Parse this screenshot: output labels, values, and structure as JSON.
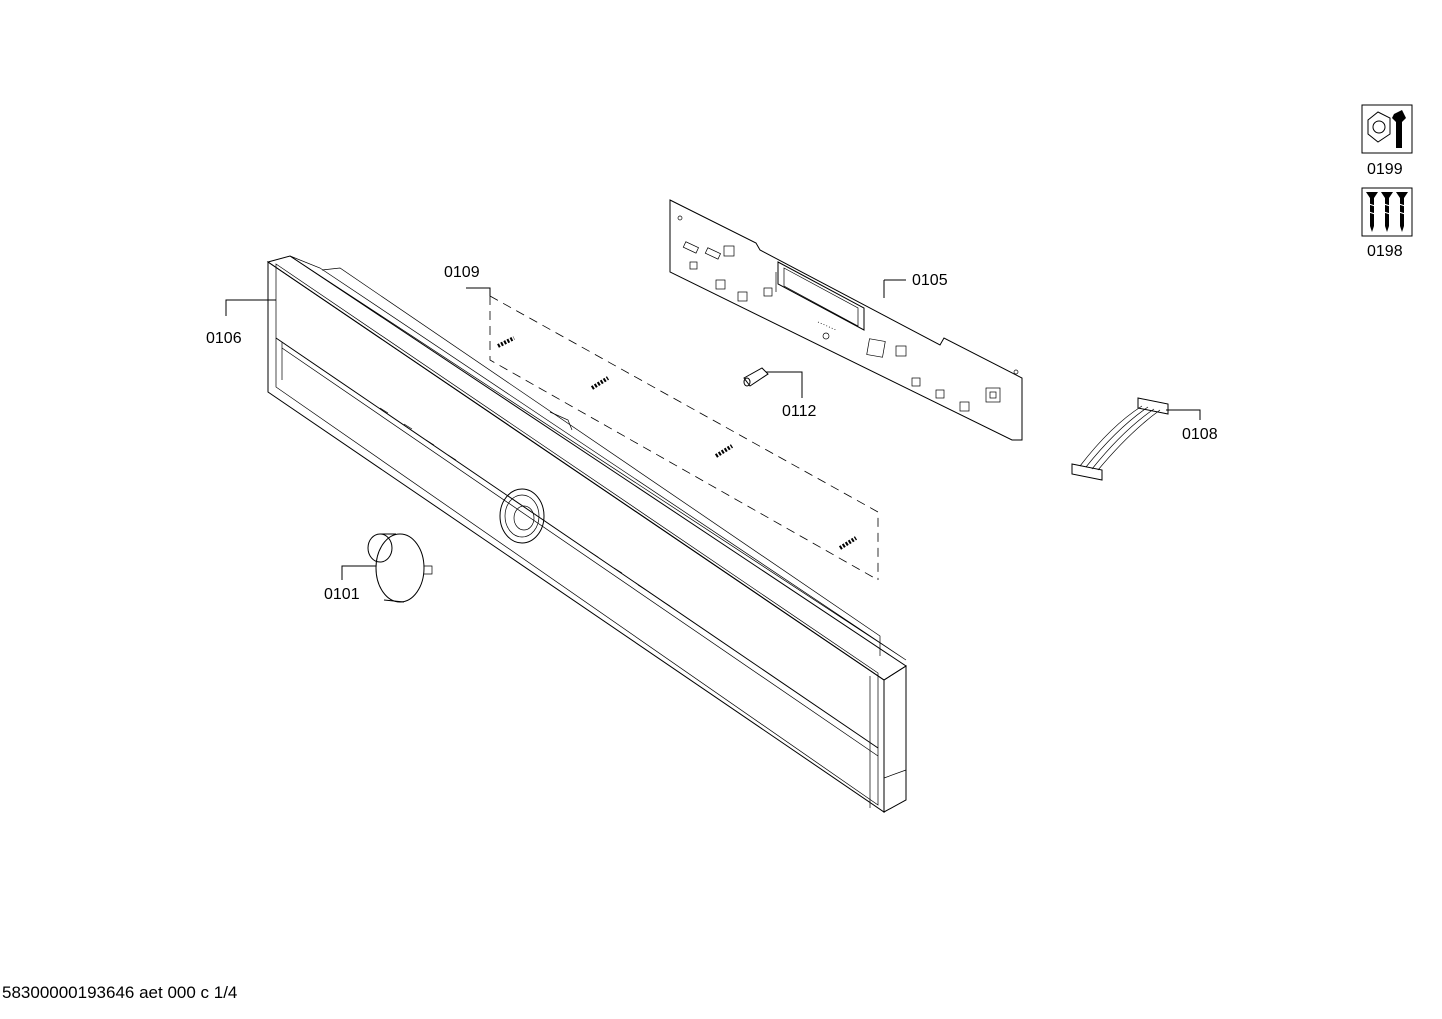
{
  "labels": {
    "p0106": "0106",
    "p0109": "0109",
    "p0105": "0105",
    "p0112": "0112",
    "p0108": "0108",
    "p0101": "0101",
    "p0199": "0199",
    "p0198": "0198"
  },
  "footer": {
    "document_id": "58300000193646 aet 000 c 1/4"
  },
  "icons": {
    "tool": "wrench-nut-icon",
    "screws": "screws-icon"
  }
}
